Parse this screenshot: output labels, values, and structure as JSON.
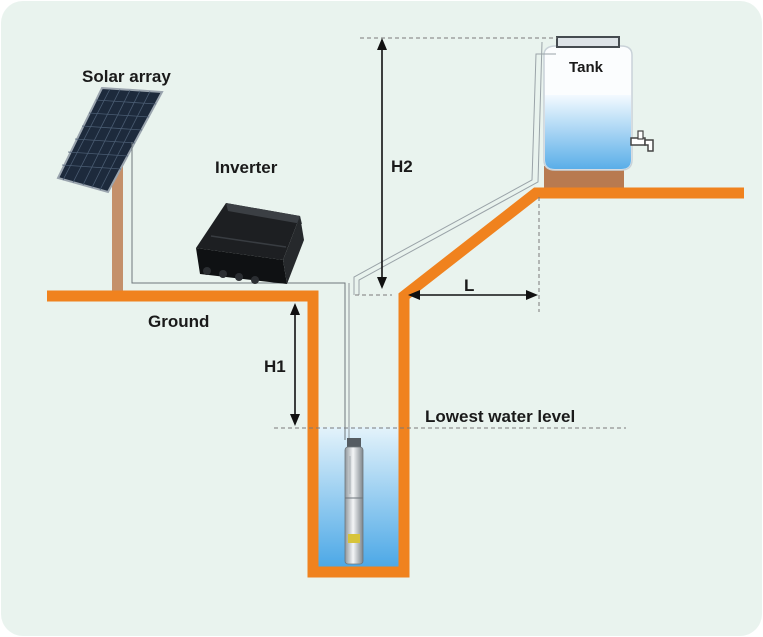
{
  "diagram": {
    "labels": {
      "solar_array": "Solar array",
      "inverter": "Inverter",
      "tank": "Tank",
      "h2": "H2",
      "ground": "Ground",
      "h1": "H1",
      "lowest_water_level": "Lowest water level",
      "l": "L"
    },
    "colors": {
      "background": "#e9f3ee",
      "ground": "#f0821e",
      "water_top": "#e4f3fb",
      "water_bottom": "#4aa7e6",
      "tank_stand": "#b87a50",
      "post": "#c4906a"
    },
    "icons": [
      "solar-panel-icon",
      "inverter-box-icon",
      "water-tank-icon",
      "submersible-pump-icon",
      "faucet-icon"
    ]
  }
}
